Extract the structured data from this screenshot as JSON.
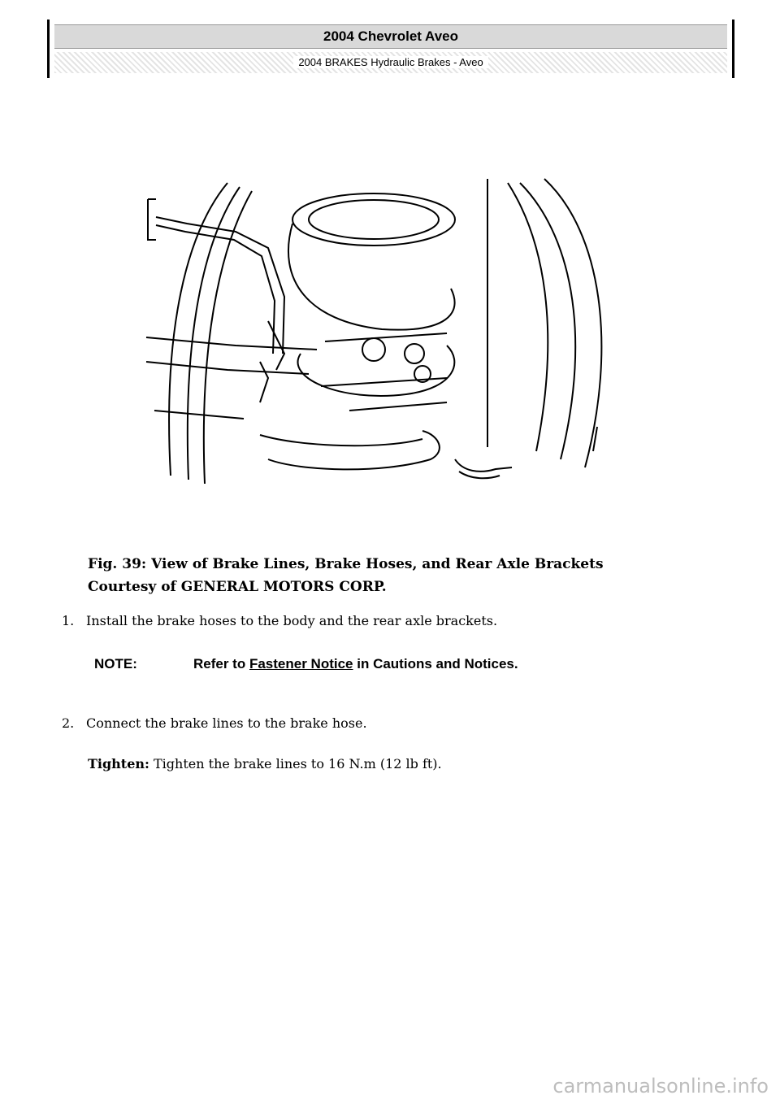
{
  "header": {
    "title": "2004 Chevrolet Aveo",
    "subtitle": "2004 BRAKES Hydraulic Brakes - Aveo"
  },
  "figure": {
    "caption_line1": "Fig. 39: View of Brake Lines, Brake Hoses, and Rear Axle Brackets",
    "caption_line2": "Courtesy of GENERAL MOTORS CORP."
  },
  "steps": [
    {
      "num": "1.",
      "text": "Install the brake hoses to the body and the rear axle brackets."
    },
    {
      "num": "2.",
      "text": "Connect the brake lines to the brake hose."
    }
  ],
  "note": {
    "label": "NOTE:",
    "text_before": "Refer to ",
    "link": "Fastener Notice",
    "text_after": " in Cautions and Notices."
  },
  "tighten": {
    "label": "Tighten:",
    "text": " Tighten the brake lines to 16 N.m (12 lb ft)."
  },
  "watermark": "carmanualsonline.info"
}
